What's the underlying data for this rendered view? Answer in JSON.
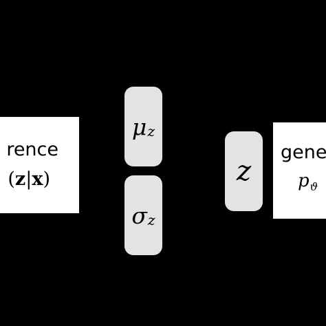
{
  "diagram": {
    "inference": {
      "label": "rence",
      "formula_open": "(",
      "formula_z": "z",
      "formula_bar": "|",
      "formula_x": "x",
      "formula_close": ")"
    },
    "mu": {
      "symbol": "μ",
      "subscript": "z"
    },
    "sigma": {
      "symbol": "σ",
      "subscript": "z"
    },
    "latent": {
      "symbol": "z"
    },
    "generative": {
      "label": "gene",
      "symbol": "p",
      "subscript": "ϑ"
    }
  },
  "colors": {
    "background": "#000000",
    "box": "#ffffff",
    "pill": "#e3e3e3"
  }
}
